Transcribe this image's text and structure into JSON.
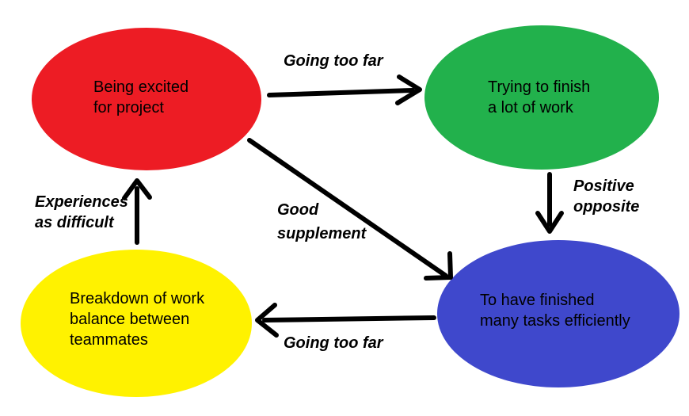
{
  "diagram": {
    "background_color": "#FFFFFF",
    "text_color": "#000000",
    "arrow_color": "#000000",
    "nodes": [
      {
        "id": "being-excited",
        "label": "Being excited\nfor project",
        "color": "#ED1C24"
      },
      {
        "id": "trying-to-finish",
        "label": "Trying to finish\na lot of work",
        "color": "#22B14C"
      },
      {
        "id": "breakdown-of-work",
        "label": "Breakdown of work\nbalance between\nteammates",
        "color": "#FFF200"
      },
      {
        "id": "to-have-finished",
        "label": "To have finished\nmany tasks efficiently",
        "color": "#3F48CC"
      }
    ],
    "edges": [
      {
        "from": "being-excited",
        "to": "trying-to-finish",
        "label": "Going too far"
      },
      {
        "from": "trying-to-finish",
        "to": "to-have-finished",
        "label": "Positive\nopposite"
      },
      {
        "from": "being-excited",
        "to": "to-have-finished",
        "label": "Good\nsupplement"
      },
      {
        "from": "to-have-finished",
        "to": "breakdown-of-work",
        "label": "Going too far"
      },
      {
        "from": "breakdown-of-work",
        "to": "being-excited",
        "label": "Experiences\nas difficult"
      }
    ]
  }
}
